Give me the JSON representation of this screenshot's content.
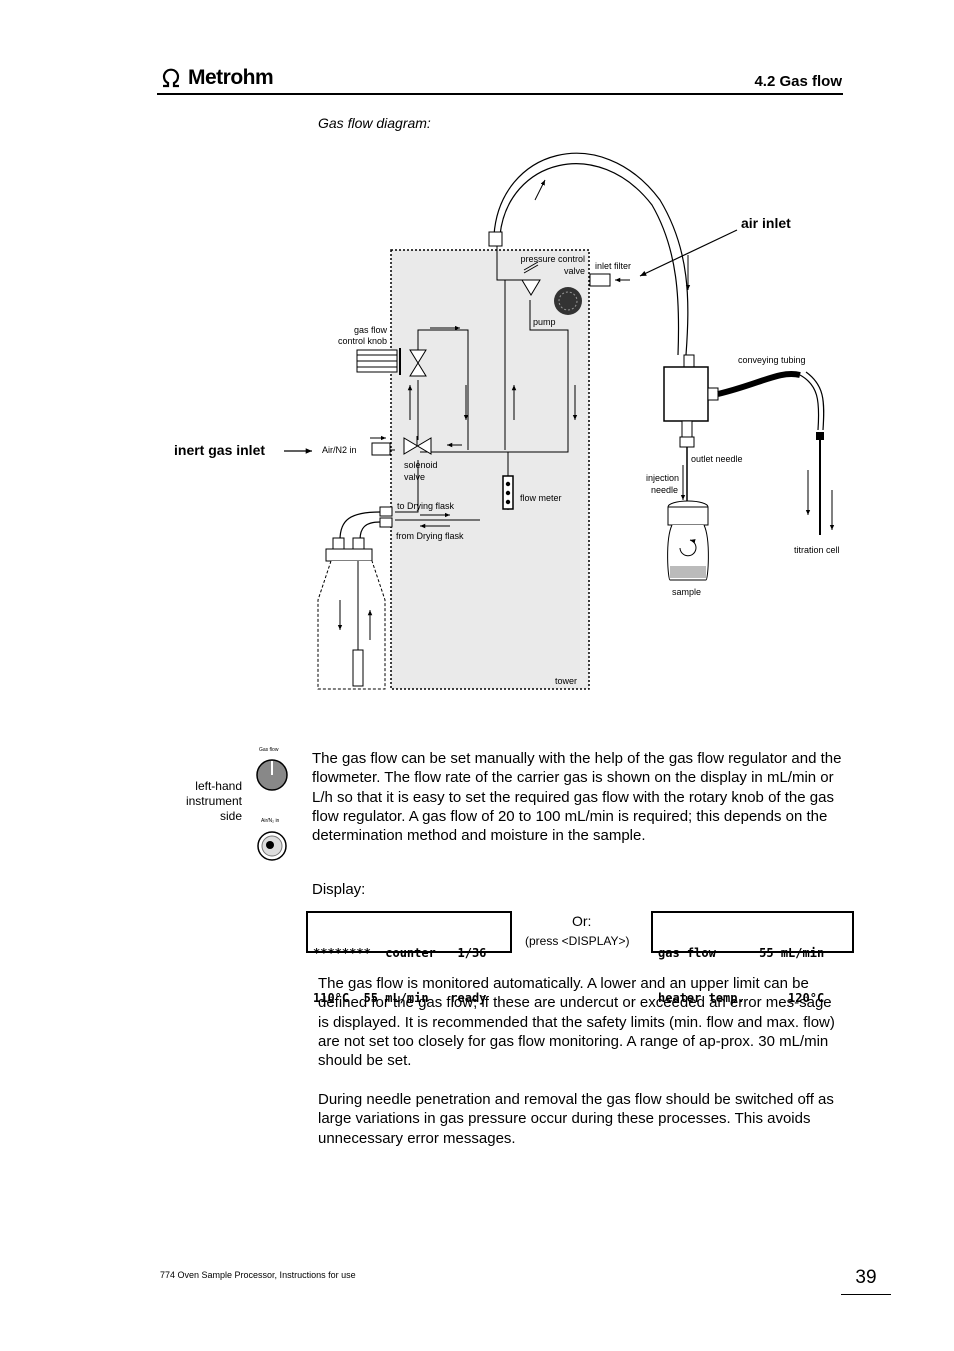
{
  "header": {
    "logo_text": "Metrohm",
    "section_title": "4.2 Gas flow"
  },
  "diagram": {
    "caption": "Gas flow diagram:",
    "labels": {
      "air_inlet": "air inlet",
      "inert_gas_inlet": "inert gas inlet",
      "pressure_control_valve_1": "pressure control",
      "pressure_control_valve_2": "valve",
      "inlet_filter": "inlet filter",
      "pump": "pump",
      "gas_flow_knob_1": "gas flow",
      "gas_flow_knob_2": "control knob",
      "air_n2_in": "Air/N2 in",
      "solenoid_valve_1": "solenoid",
      "solenoid_valve_2": "valve",
      "to_drying_flask": "to Drying flask",
      "from_drying_flask": "from Drying flask",
      "flow_meter": "flow meter",
      "tower": "tower",
      "conveying_tubing": "conveying tubing",
      "outlet_needle": "outlet needle",
      "injection_needle_1": "injection",
      "injection_needle_2": "needle",
      "sample": "sample",
      "titration_cell": "titration cell"
    }
  },
  "side_panel": {
    "gas_flow_small": "Gas flow",
    "air_n2_small": "Air/N₂ in",
    "label_line1": "left-hand",
    "label_line2": "instrument",
    "label_line3": "side"
  },
  "body": {
    "para1": "The gas flow can be set manually with the help of the gas flow regulator and the flowmeter. The flow rate of the carrier gas is shown on the display in mL/min or L/h so that it is easy to set the required gas flow with the rotary knob of the gas flow regulator. A gas flow of 20 to 100 mL/min is required; this depends on the determination method and moisture in the sample.",
    "display_label": "Display:",
    "lcd1_line1": "********  counter   1/36",
    "lcd1_line2": "110°C  55 mL/min   ready",
    "or_text": "Or:",
    "press_text": "(press <DISPLAY>)",
    "lcd2_line1": "gas flow      55 mL/min",
    "lcd2_line2": "heater temp.      120°C",
    "para2": "The gas flow is monitored automatically. A lower and an upper limit can be defined for the gas flow; if these are undercut or exceeded an error mes-sage is displayed. It is recommended that the safety limits (min. flow and max. flow) are not set too closely for gas flow monitoring. A range of ap-prox. 30 mL/min should be set.",
    "para3": "During needle penetration and removal the gas flow should be switched off as large variations in gas pressure occur during these processes. This avoids unnecessary error messages."
  },
  "footer": {
    "doc_title": "774 Oven Sample Processor, Instructions for use",
    "page_number": "39"
  }
}
